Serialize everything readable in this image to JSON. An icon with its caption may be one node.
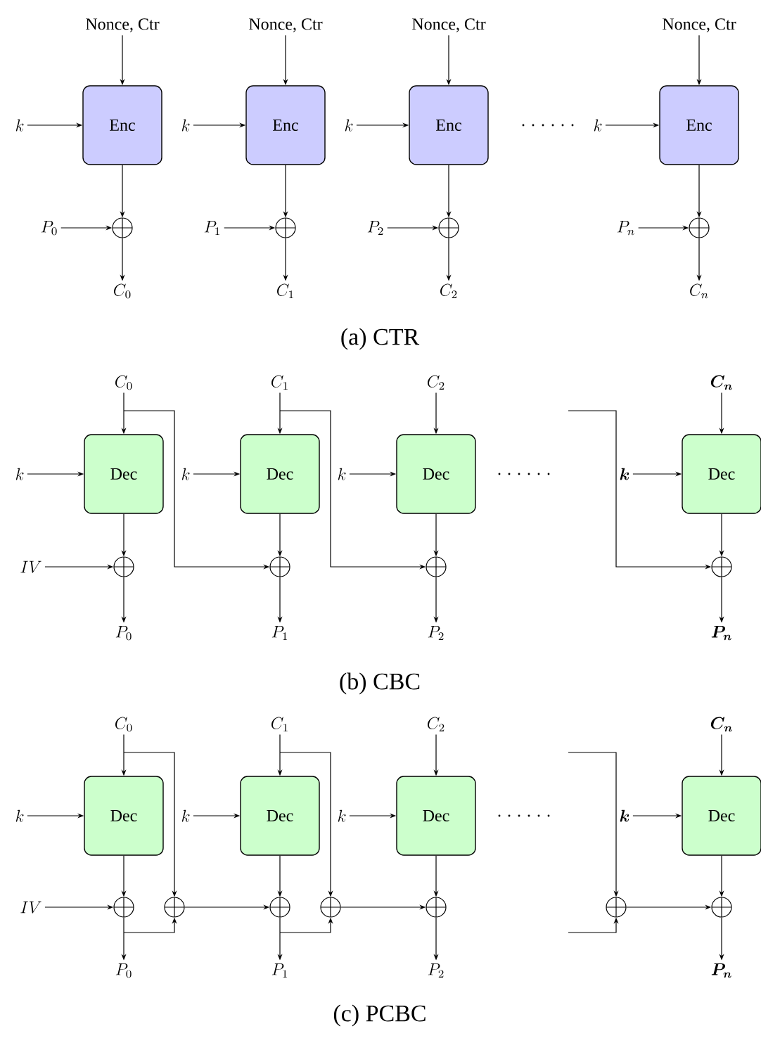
{
  "diagram": {
    "nodes": [
      {
        "text": [
          "Nonce, Ctr"
        ]
      },
      {
        "text": [
          "k"
        ]
      },
      {
        "text": [
          "Enc"
        ]
      },
      {
        "text": [
          "P_0"
        ]
      },
      {
        "text": [],
        "shape": "circle"
      },
      {
        "text": [
          "C_0"
        ]
      },
      {
        "text": [
          "Nonce, Ctr"
        ]
      },
      {
        "text": [
          "k"
        ]
      },
      {
        "text": [
          "Enc"
        ]
      },
      {
        "text": [
          "P_1"
        ]
      },
      {
        "text": [],
        "shape": "circle"
      },
      {
        "text": [
          "C_1"
        ]
      },
      {
        "text": [
          "Nonce, Ctr"
        ]
      },
      {
        "text": [
          "k"
        ]
      },
      {
        "text": [
          "Enc"
        ]
      },
      {
        "text": [
          "P_2"
        ]
      },
      {
        "text": [],
        "shape": "circle"
      },
      {
        "text": [
          "C_2"
        ]
      },
      {
        "text": [
          "Nonce, Ctr"
        ]
      },
      {
        "text": [
          "k"
        ]
      },
      {
        "text": [
          "Enc"
        ]
      },
      {
        "text": [
          "P_n"
        ]
      },
      {
        "text": [],
        "shape": "circle"
      },
      {
        "text": [
          "C_n"
        ]
      },
      {
        "text": [
          "C_0"
        ]
      },
      {
        "text": [
          "k"
        ]
      },
      {
        "text": [
          "Dec"
        ]
      },
      {
        "text": [
          "IV"
        ]
      },
      {
        "text": [],
        "shape": "circle"
      },
      {
        "text": [
          "P_0"
        ]
      },
      {
        "text": [
          "C_1"
        ]
      },
      {
        "text": [
          "k"
        ]
      },
      {
        "text": [
          "Dec"
        ]
      },
      {
        "text": [],
        "shape": "circle"
      },
      {
        "text": [
          "P_1"
        ]
      },
      {
        "text": [
          "C_2"
        ]
      },
      {
        "text": [
          "k"
        ]
      },
      {
        "text": [
          "Dec"
        ]
      },
      {
        "text": [],
        "shape": "circle"
      },
      {
        "text": [
          "P_2"
        ]
      },
      {
        "text": [
          "C_n"
        ]
      },
      {
        "text": [
          "k"
        ]
      },
      {
        "text": [
          "Dec"
        ]
      },
      {
        "text": [],
        "shape": "circle"
      },
      {
        "text": [
          "P_n"
        ]
      },
      {
        "text": [
          "C_0"
        ]
      },
      {
        "text": [
          "k"
        ]
      },
      {
        "text": [
          "Dec"
        ]
      },
      {
        "text": [
          "IV"
        ]
      },
      {
        "text": [],
        "shape": "circle"
      },
      {
        "text": [],
        "shape": "circle"
      },
      {
        "text": [
          "P_0"
        ]
      },
      {
        "text": [
          "C_1"
        ]
      },
      {
        "text": [
          "k"
        ]
      },
      {
        "text": [
          "Dec"
        ]
      },
      {
        "text": [],
        "shape": "circle"
      },
      {
        "text": [],
        "shape": "circle"
      },
      {
        "text": [
          "P_1"
        ]
      },
      {
        "text": [
          "C_2"
        ]
      },
      {
        "text": [
          "k"
        ]
      },
      {
        "text": [
          "Dec"
        ]
      },
      {
        "text": [],
        "shape": "circle"
      },
      {
        "text": [
          "P_2"
        ]
      },
      {
        "text": [],
        "shape": "circle"
      },
      {
        "text": [
          "C_n"
        ]
      },
      {
        "text": [
          "k"
        ]
      },
      {
        "text": [
          "Dec"
        ]
      },
      {
        "text": [],
        "shape": "circle"
      },
      {
        "text": [
          "P_n"
        ]
      }
    ],
    "edges": [
      {
        "from": 0,
        "to": 2,
        "arrow": "to"
      },
      {
        "from": 1,
        "to": 2,
        "arrow": "to"
      },
      {
        "from": 2,
        "to": 4,
        "arrow": "to"
      },
      {
        "from": 3,
        "to": 4,
        "arrow": "to"
      },
      {
        "from": 4,
        "to": 5,
        "arrow": "to"
      },
      {
        "from": 6,
        "to": 8,
        "arrow": "to"
      },
      {
        "from": 7,
        "to": 8,
        "arrow": "to"
      },
      {
        "from": 8,
        "to": 10,
        "arrow": "to"
      },
      {
        "from": 9,
        "to": 10,
        "arrow": "to"
      },
      {
        "from": 10,
        "to": 11,
        "arrow": "to"
      },
      {
        "from": 12,
        "to": 14,
        "arrow": "to"
      },
      {
        "from": 13,
        "to": 14,
        "arrow": "to"
      },
      {
        "from": 14,
        "to": 16,
        "arrow": "to"
      },
      {
        "from": 15,
        "to": 16,
        "arrow": "to"
      },
      {
        "from": 16,
        "to": 17,
        "arrow": "to"
      },
      {
        "from": 18,
        "to": 20,
        "arrow": "to"
      },
      {
        "from": 19,
        "to": 20,
        "arrow": "to"
      },
      {
        "from": 20,
        "to": 22,
        "arrow": "to"
      },
      {
        "from": 21,
        "to": 22,
        "arrow": "to"
      },
      {
        "from": 22,
        "to": 23,
        "arrow": "to"
      },
      {
        "from": 24,
        "to": 26,
        "arrow": "to"
      },
      {
        "from": 25,
        "to": 26,
        "arrow": "to"
      },
      {
        "from": 26,
        "to": 28,
        "arrow": "to"
      },
      {
        "from": 27,
        "to": 28,
        "arrow": "to"
      },
      {
        "from": 28,
        "to": 29,
        "arrow": "to"
      },
      {
        "from": 30,
        "to": 32,
        "arrow": "to"
      },
      {
        "from": 31,
        "to": 32,
        "arrow": "to"
      },
      {
        "from": 32,
        "to": 33,
        "arrow": "to"
      },
      {
        "from": 33,
        "to": 34,
        "arrow": "to"
      },
      {
        "from": 35,
        "to": 37,
        "arrow": "to"
      },
      {
        "from": 36,
        "to": 37,
        "arrow": "to"
      },
      {
        "from": 37,
        "to": 38,
        "arrow": "to"
      },
      {
        "from": 38,
        "to": 39,
        "arrow": "to"
      },
      {
        "from": 40,
        "to": 42,
        "arrow": "to"
      },
      {
        "from": 41,
        "to": 42,
        "arrow": "to"
      },
      {
        "from": 42,
        "to": 43,
        "arrow": "to"
      },
      {
        "from": 43,
        "to": 44,
        "arrow": "to"
      },
      {
        "from": 24,
        "to": 33,
        "arrow": "to"
      },
      {
        "from": 30,
        "to": 38,
        "arrow": "to"
      },
      {
        "from": null,
        "to": 43,
        "arrow": "to"
      },
      {
        "from": 45,
        "to": 47,
        "arrow": "to"
      },
      {
        "from": 46,
        "to": 47,
        "arrow": "to"
      },
      {
        "from": 47,
        "to": 49,
        "arrow": "to"
      },
      {
        "from": 48,
        "to": 49,
        "arrow": "to"
      },
      {
        "from": 49,
        "to": 51,
        "arrow": "to"
      },
      {
        "from": 45,
        "to": 50,
        "arrow": "to"
      },
      {
        "from": 49,
        "to": 50,
        "arrow": "to"
      },
      {
        "from": 50,
        "to": 55,
        "arrow": "to"
      },
      {
        "from": 52,
        "to": 54,
        "arrow": "to"
      },
      {
        "from": 53,
        "to": 54,
        "arrow": "to"
      },
      {
        "from": 54,
        "to": 55,
        "arrow": "to"
      },
      {
        "from": 55,
        "to": 57,
        "arrow": "to"
      },
      {
        "from": 52,
        "to": 56,
        "arrow": "to"
      },
      {
        "from": 55,
        "to": 56,
        "arrow": "to"
      },
      {
        "from": 56,
        "to": 61,
        "arrow": "to"
      },
      {
        "from": 58,
        "to": 60,
        "arrow": "to"
      },
      {
        "from": 59,
        "to": 60,
        "arrow": "to"
      },
      {
        "from": 60,
        "to": 61,
        "arrow": "to"
      },
      {
        "from": 61,
        "to": 62,
        "arrow": "to"
      },
      {
        "from": null,
        "to": 63,
        "arrow": "to"
      },
      {
        "from": null,
        "to": 63,
        "arrow": "to"
      },
      {
        "from": 63,
        "to": 67,
        "arrow": "to"
      },
      {
        "from": 64,
        "to": 66,
        "arrow": "to"
      },
      {
        "from": 65,
        "to": 66,
        "arrow": "to"
      },
      {
        "from": 66,
        "to": 67,
        "arrow": "to"
      },
      {
        "from": 67,
        "to": 68,
        "arrow": "to"
      }
    ],
    "labels": [
      "(a) CTR",
      "(b) CBC",
      "(c) PCBC"
    ]
  }
}
